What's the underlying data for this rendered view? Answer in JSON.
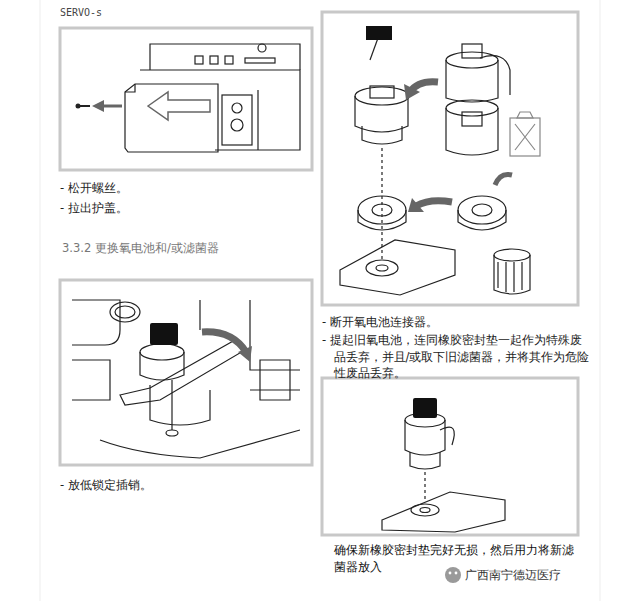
{
  "diagram": {
    "title": "3.3.2 更换氧电池和/或滤菌器",
    "labels": [
      "SERVO-s",
      "- 松开螺丝。",
      "- 拉出护盖。",
      "- 放低锁定插销。",
      "- 断开氧电池连接器。",
      "- 提起旧氧电池，连同橡胶密封垫一起作为特殊废品丢弃，并且/或取下旧滤菌器，并将其作为危险性废品丢弃。",
      "确保新橡胶密封垫完好无损，然后用力将新滤菌器放入",
      "广西南宁德迈医疗"
    ]
  }
}
